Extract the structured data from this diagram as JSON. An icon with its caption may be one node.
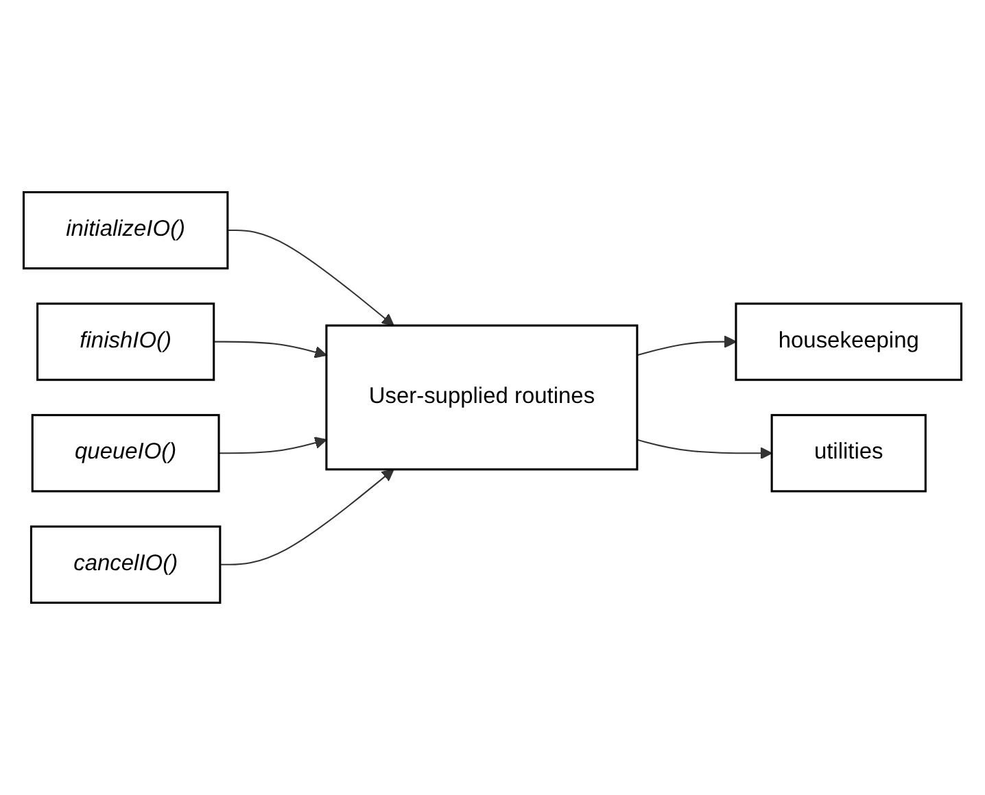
{
  "diagram": {
    "nodes": [
      {
        "text": [
          "initializeIO()"
        ]
      },
      {
        "text": [
          "finishIO()"
        ]
      },
      {
        "text": [
          "queueIO()"
        ]
      },
      {
        "text": [
          "cancelIO()"
        ]
      },
      {
        "text": [
          "housekeeping"
        ]
      },
      {
        "text": [
          "utilities"
        ]
      },
      {
        "text": [
          "User-supplied routines"
        ]
      }
    ],
    "edges": [
      {
        "from": 0,
        "to": 6,
        "arrow": "to"
      },
      {
        "from": 1,
        "to": 6,
        "arrow": "to"
      },
      {
        "from": 2,
        "to": 6,
        "arrow": "to"
      },
      {
        "from": 3,
        "to": 6,
        "arrow": "to"
      },
      {
        "from": 6,
        "to": 4,
        "arrow": "to"
      },
      {
        "from": 6,
        "to": 5,
        "arrow": "to"
      }
    ]
  }
}
